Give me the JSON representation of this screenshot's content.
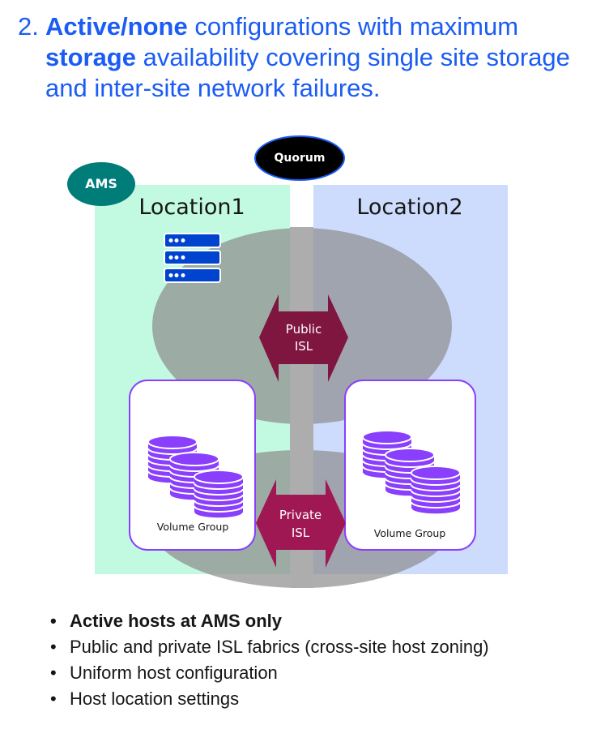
{
  "heading": {
    "number": "2.",
    "parts": [
      {
        "text": "Active/none",
        "bold": true
      },
      {
        "text": " configurations with maximum ",
        "bold": false
      },
      {
        "text": "storage",
        "bold": true
      },
      {
        "text": " availability covering single site storage and inter-site network failures.",
        "bold": false
      }
    ]
  },
  "diagram": {
    "quorum_label": "Quorum",
    "site_label": "AMS",
    "location1_label": "Location1",
    "location2_label": "Location2",
    "public_isl_label_line1": "Public",
    "public_isl_label_line2": "ISL",
    "private_isl_label_line1": "Private",
    "private_isl_label_line2": "ISL",
    "volume_group_left_label": "Volume Group",
    "volume_group_right_label": "Volume Group",
    "icons": {
      "host": "server-rack-icon",
      "volume": "database-stack-icon"
    },
    "colors": {
      "heading": "#1a5cf4",
      "location1_bg": "#c2f9e1",
      "location2_bg": "#cddcfd",
      "ams_badge": "#007d79",
      "quorum_fill": "#000000",
      "quorum_border": "#1a5cf4",
      "isl_arrow": "#7e1640",
      "isl_arrow_private": "#9f1853",
      "volume_border": "#8a3ffc",
      "volume_disk": "#8a3ffc",
      "server": "#0043ce"
    }
  },
  "bullets": [
    {
      "text": "Active hosts at AMS only",
      "bold": true
    },
    {
      "text": "Public and private ISL fabrics (cross-site host zoning)",
      "bold": false
    },
    {
      "text": "Uniform host configuration",
      "bold": false
    },
    {
      "text": "Host location settings",
      "bold": false
    }
  ]
}
